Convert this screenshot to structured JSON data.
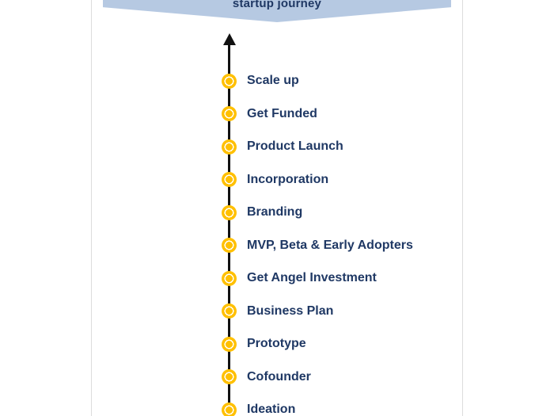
{
  "banner": {
    "label": "startup journey"
  },
  "colors": {
    "banner_bg": "#b6c9e2",
    "text_navy": "#1f3864",
    "dot_gold": "#ffc000",
    "line_black": "#111111"
  },
  "timeline": {
    "direction": "bottom-to-top",
    "items": [
      {
        "label": "Scale up"
      },
      {
        "label": "Get Funded"
      },
      {
        "label": "Product Launch"
      },
      {
        "label": "Incorporation"
      },
      {
        "label": "Branding"
      },
      {
        "label": "MVP, Beta & Early Adopters"
      },
      {
        "label": "Get Angel Investment"
      },
      {
        "label": "Business Plan"
      },
      {
        "label": "Prototype"
      },
      {
        "label": "Cofounder"
      },
      {
        "label": "Ideation"
      }
    ]
  }
}
